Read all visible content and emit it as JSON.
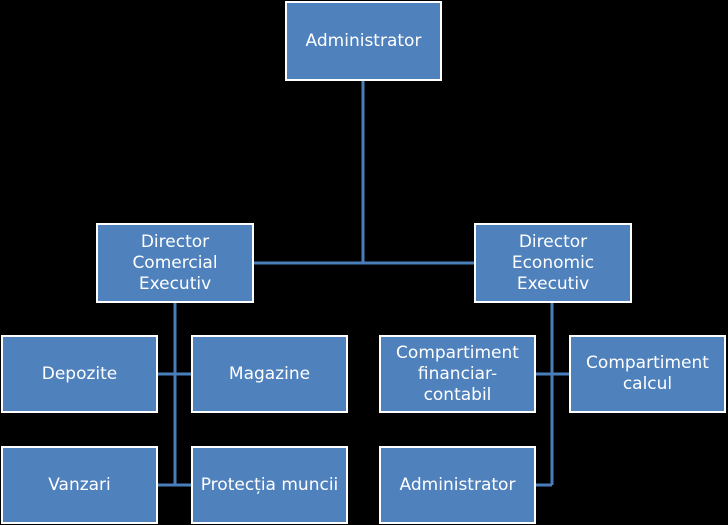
{
  "colors": {
    "background": "#000000",
    "node_fill": "#4f81bd",
    "node_border": "#ffffff",
    "connector": "#4a7ebb",
    "text": "#ffffff"
  },
  "nodes": {
    "root": {
      "label": "Administrator"
    },
    "director_comercial": {
      "label": "Director\nComercial\nExecutiv"
    },
    "director_economic": {
      "label": "Director\nEconomic\nExecutiv"
    },
    "depozite": {
      "label": "Depozite"
    },
    "magazine": {
      "label": "Magazine"
    },
    "vanzari": {
      "label": "Vanzari"
    },
    "protectia_muncii": {
      "label": "Protecția muncii"
    },
    "compartiment_financiar": {
      "label": "Compartiment\nfinanciar-\ncontabil"
    },
    "compartiment_calcul": {
      "label": "Compartiment\ncalcul"
    },
    "administrator_2": {
      "label": "Administrator"
    }
  }
}
